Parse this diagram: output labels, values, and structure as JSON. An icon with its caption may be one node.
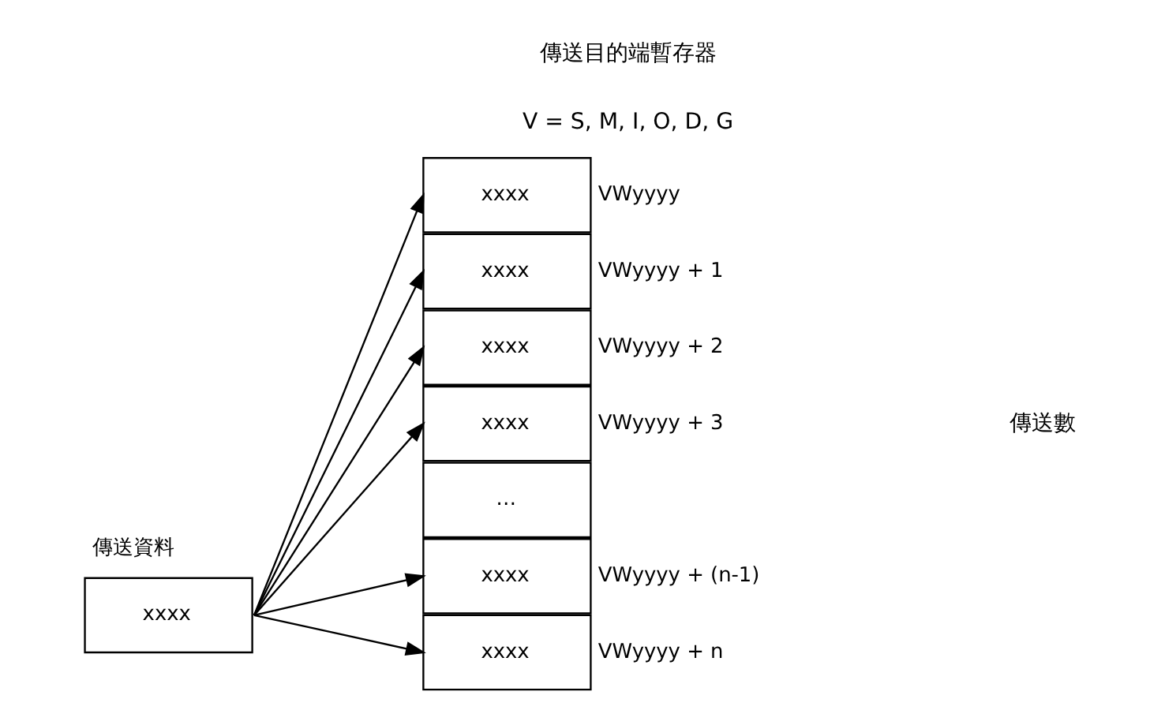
{
  "diagram": {
    "nodes": [
      {
        "text": [
          "傳送資料",
          "xxxx"
        ]
      },
      {
        "text": [
          "xxxx"
        ],
        "beside": [
          "VWyyyy"
        ]
      },
      {
        "text": [
          "xxxx"
        ],
        "beside": [
          "VWyyyy + 1"
        ]
      },
      {
        "text": [
          "xxxx"
        ],
        "beside": [
          "VWyyyy + 2"
        ]
      },
      {
        "text": [
          "xxxx"
        ],
        "beside": [
          "VWyyyy + 3"
        ]
      },
      {
        "text": [
          "…"
        ]
      },
      {
        "text": [
          "xxxx"
        ],
        "beside": [
          "VWyyyy + (n-1)"
        ]
      },
      {
        "text": [
          "xxxx"
        ],
        "beside": [
          "VWyyyy + n"
        ]
      }
    ],
    "edges": [
      {
        "from": 0,
        "to": 1,
        "arrow": "to"
      },
      {
        "from": 0,
        "to": 2,
        "arrow": "to"
      },
      {
        "from": 0,
        "to": 3,
        "arrow": "to"
      },
      {
        "from": 0,
        "to": 4,
        "arrow": "to"
      },
      {
        "from": 0,
        "to": 6,
        "arrow": "to"
      },
      {
        "from": 0,
        "to": 7,
        "arrow": "to"
      }
    ],
    "labels": [
      "傳送目的端暫存器",
      "V = S, M, I, O, D, G",
      "傳送數"
    ]
  }
}
